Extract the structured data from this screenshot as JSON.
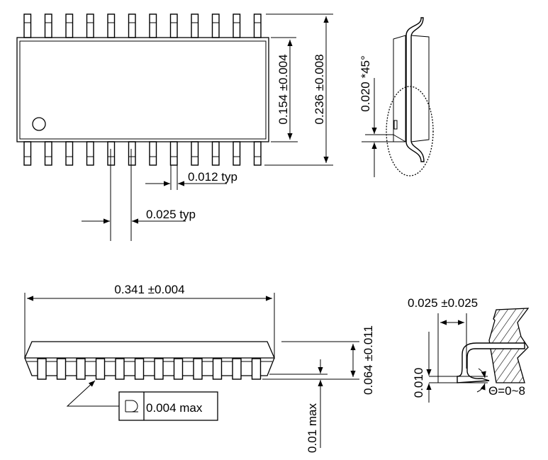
{
  "top_view": {
    "lead_count_per_side": 12,
    "body_width_label": "0.154 ±0.004",
    "overall_width_label": "0.236 ±0.008",
    "lead_width_value": "0.012",
    "lead_width_suffix": " typ",
    "pitch_value": "0.025",
    "pitch_suffix": " typ"
  },
  "end_view": {
    "chamfer_label": "0.020 *45°"
  },
  "side_view": {
    "length_label": "0.341 ±0.004",
    "height_label": "0.064 ±0.011",
    "standoff_label": "0.01 max",
    "coplanarity_value": "0.004 max"
  },
  "lead_detail": {
    "foot_length_label": "0.025 ±0.025",
    "lead_thickness_label": "0.010",
    "angle_label": "Θ=0~8"
  }
}
